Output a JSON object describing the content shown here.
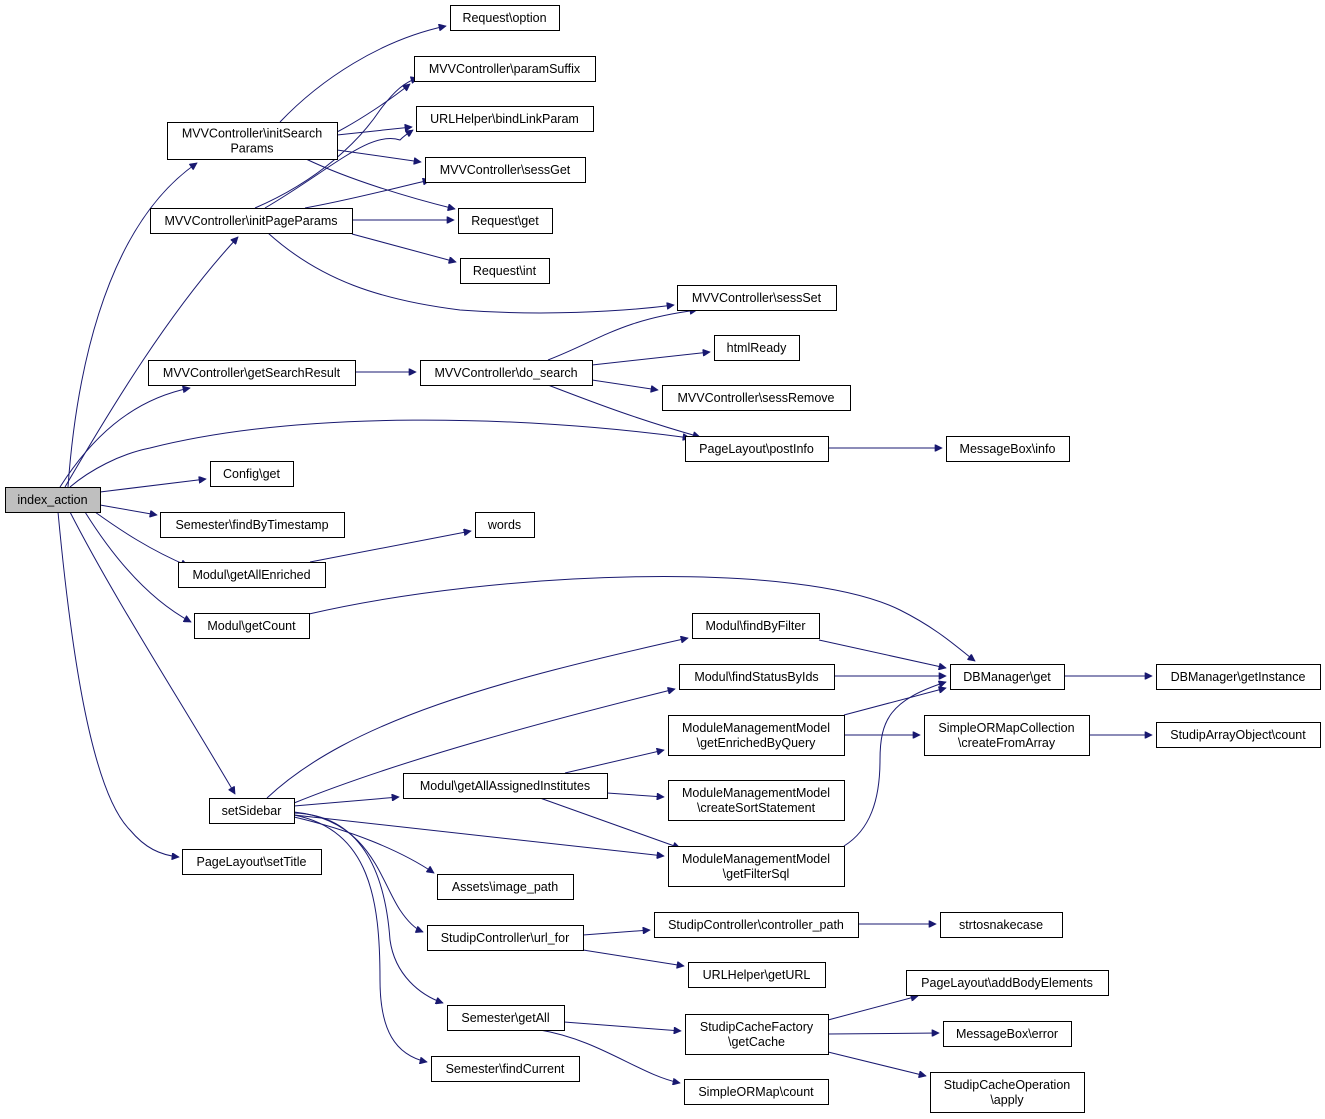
{
  "diagram": {
    "type": "call-graph",
    "root": "index_action",
    "edge_color": "#191970",
    "root_fill": "#bfbfbf",
    "nodes": [
      {
        "id": "index_action",
        "lines": [
          "index_action"
        ]
      },
      {
        "id": "initSearchParams",
        "lines": [
          "MVVController\\initSearch",
          "Params"
        ]
      },
      {
        "id": "initPageParams",
        "lines": [
          "MVVController\\initPageParams"
        ]
      },
      {
        "id": "getSearchResult",
        "lines": [
          "MVVController\\getSearchResult"
        ]
      },
      {
        "id": "configGet",
        "lines": [
          "Config\\get"
        ]
      },
      {
        "id": "semFindByTs",
        "lines": [
          "Semester\\findByTimestamp"
        ]
      },
      {
        "id": "getAllEnriched",
        "lines": [
          "Modul\\getAllEnriched"
        ]
      },
      {
        "id": "getCount",
        "lines": [
          "Modul\\getCount"
        ]
      },
      {
        "id": "setSidebar",
        "lines": [
          "setSidebar"
        ]
      },
      {
        "id": "setTitle",
        "lines": [
          "PageLayout\\setTitle"
        ]
      },
      {
        "id": "reqOption",
        "lines": [
          "Request\\option"
        ]
      },
      {
        "id": "paramSuffix",
        "lines": [
          "MVVController\\paramSuffix"
        ]
      },
      {
        "id": "bindLinkParam",
        "lines": [
          "URLHelper\\bindLinkParam"
        ]
      },
      {
        "id": "sessGet",
        "lines": [
          "MVVController\\sessGet"
        ]
      },
      {
        "id": "reqGet",
        "lines": [
          "Request\\get"
        ]
      },
      {
        "id": "reqInt",
        "lines": [
          "Request\\int"
        ]
      },
      {
        "id": "doSearch",
        "lines": [
          "MVVController\\do_search"
        ]
      },
      {
        "id": "sessSet",
        "lines": [
          "MVVController\\sessSet"
        ]
      },
      {
        "id": "htmlReady",
        "lines": [
          "htmlReady"
        ]
      },
      {
        "id": "sessRemove",
        "lines": [
          "MVVController\\sessRemove"
        ]
      },
      {
        "id": "postInfo",
        "lines": [
          "PageLayout\\postInfo"
        ]
      },
      {
        "id": "msgInfo",
        "lines": [
          "MessageBox\\info"
        ]
      },
      {
        "id": "words",
        "lines": [
          "words"
        ]
      },
      {
        "id": "findByFilter",
        "lines": [
          "Modul\\findByFilter"
        ]
      },
      {
        "id": "findStatusByIds",
        "lines": [
          "Modul\\findStatusByIds"
        ]
      },
      {
        "id": "getEnrichedByQuery",
        "lines": [
          "ModuleManagementModel",
          "\\getEnrichedByQuery"
        ]
      },
      {
        "id": "getAllAssigned",
        "lines": [
          "Modul\\getAllAssignedInstitutes"
        ]
      },
      {
        "id": "createSort",
        "lines": [
          "ModuleManagementModel",
          "\\createSortStatement"
        ]
      },
      {
        "id": "getFilterSql",
        "lines": [
          "ModuleManagementModel",
          "\\getFilterSql"
        ]
      },
      {
        "id": "dbGet",
        "lines": [
          "DBManager\\get"
        ]
      },
      {
        "id": "dbGetInstance",
        "lines": [
          "DBManager\\getInstance"
        ]
      },
      {
        "id": "createFromArray",
        "lines": [
          "SimpleORMapCollection",
          "\\createFromArray"
        ]
      },
      {
        "id": "studipArrCount",
        "lines": [
          "StudipArrayObject\\count"
        ]
      },
      {
        "id": "imagePath",
        "lines": [
          "Assets\\image_path"
        ]
      },
      {
        "id": "urlFor",
        "lines": [
          "StudipController\\url_for"
        ]
      },
      {
        "id": "controllerPath",
        "lines": [
          "StudipController\\controller_path"
        ]
      },
      {
        "id": "strtosnake",
        "lines": [
          "strtosnakecase"
        ]
      },
      {
        "id": "getURL",
        "lines": [
          "URLHelper\\getURL"
        ]
      },
      {
        "id": "semGetAll",
        "lines": [
          "Semester\\getAll"
        ]
      },
      {
        "id": "semFindCurrent",
        "lines": [
          "Semester\\findCurrent"
        ]
      },
      {
        "id": "getCache",
        "lines": [
          "StudipCacheFactory",
          "\\getCache"
        ]
      },
      {
        "id": "simpleCount",
        "lines": [
          "SimpleORMap\\count"
        ]
      },
      {
        "id": "addBodyElements",
        "lines": [
          "PageLayout\\addBodyElements"
        ]
      },
      {
        "id": "msgError",
        "lines": [
          "MessageBox\\error"
        ]
      },
      {
        "id": "cacheApply",
        "lines": [
          "StudipCacheOperation",
          "\\apply"
        ]
      }
    ],
    "edges": [
      [
        "index_action",
        "initSearchParams"
      ],
      [
        "index_action",
        "initPageParams"
      ],
      [
        "index_action",
        "getSearchResult"
      ],
      [
        "index_action",
        "postInfo"
      ],
      [
        "index_action",
        "configGet"
      ],
      [
        "index_action",
        "semFindByTs"
      ],
      [
        "index_action",
        "getAllEnriched"
      ],
      [
        "index_action",
        "getCount"
      ],
      [
        "index_action",
        "setSidebar"
      ],
      [
        "index_action",
        "setTitle"
      ],
      [
        "initSearchParams",
        "reqOption"
      ],
      [
        "initSearchParams",
        "paramSuffix"
      ],
      [
        "initSearchParams",
        "bindLinkParam"
      ],
      [
        "initSearchParams",
        "sessGet"
      ],
      [
        "initSearchParams",
        "reqGet"
      ],
      [
        "initPageParams",
        "paramSuffix"
      ],
      [
        "initPageParams",
        "bindLinkParam"
      ],
      [
        "initPageParams",
        "sessGet"
      ],
      [
        "initPageParams",
        "reqGet"
      ],
      [
        "initPageParams",
        "reqInt"
      ],
      [
        "initPageParams",
        "sessSet"
      ],
      [
        "getSearchResult",
        "doSearch"
      ],
      [
        "doSearch",
        "sessSet"
      ],
      [
        "doSearch",
        "htmlReady"
      ],
      [
        "doSearch",
        "sessRemove"
      ],
      [
        "doSearch",
        "postInfo"
      ],
      [
        "postInfo",
        "msgInfo"
      ],
      [
        "getAllEnriched",
        "words"
      ],
      [
        "getCount",
        "dbGet"
      ],
      [
        "findByFilter",
        "dbGet"
      ],
      [
        "findStatusByIds",
        "dbGet"
      ],
      [
        "getEnrichedByQuery",
        "dbGet"
      ],
      [
        "getEnrichedByQuery",
        "createFromArray"
      ],
      [
        "getFilterSql",
        "dbGet"
      ],
      [
        "dbGet",
        "dbGetInstance"
      ],
      [
        "createFromArray",
        "studipArrCount"
      ],
      [
        "setSidebar",
        "findByFilter"
      ],
      [
        "setSidebar",
        "findStatusByIds"
      ],
      [
        "setSidebar",
        "getAllAssigned"
      ],
      [
        "setSidebar",
        "getFilterSql"
      ],
      [
        "setSidebar",
        "imagePath"
      ],
      [
        "setSidebar",
        "urlFor"
      ],
      [
        "setSidebar",
        "semGetAll"
      ],
      [
        "setSidebar",
        "semFindCurrent"
      ],
      [
        "getAllAssigned",
        "getEnrichedByQuery"
      ],
      [
        "getAllAssigned",
        "createSort"
      ],
      [
        "getAllAssigned",
        "getFilterSql"
      ],
      [
        "urlFor",
        "controllerPath"
      ],
      [
        "urlFor",
        "getURL"
      ],
      [
        "controllerPath",
        "strtosnake"
      ],
      [
        "semGetAll",
        "getCache"
      ],
      [
        "semGetAll",
        "simpleCount"
      ],
      [
        "getCache",
        "addBodyElements"
      ],
      [
        "getCache",
        "msgError"
      ],
      [
        "getCache",
        "cacheApply"
      ]
    ]
  }
}
